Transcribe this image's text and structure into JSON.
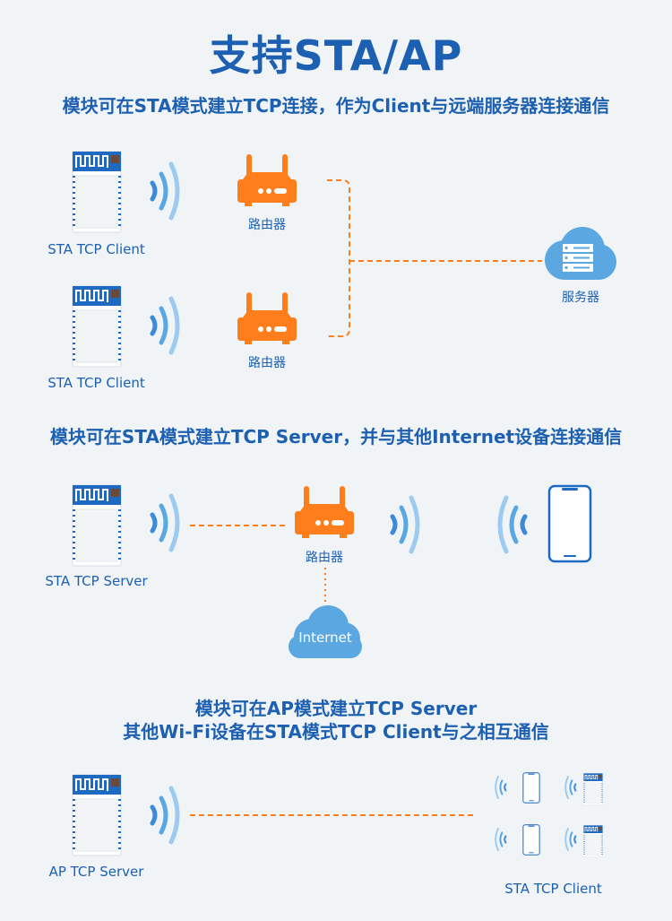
{
  "title": "支持STA/AP",
  "section1": {
    "heading": "模块可在STA模式建立TCP连接，作为Client与远端服务器连接通信",
    "module1_label": "STA TCP Client",
    "module2_label": "STA TCP Client",
    "router1_label": "路由器",
    "router2_label": "路由器",
    "server_label": "服务器"
  },
  "section2": {
    "heading": "模块可在STA模式建立TCP Server，并与其他Internet设备连接通信",
    "module_label": "STA TCP Server",
    "router_label": "路由器",
    "cloud_label": "Internet"
  },
  "section3": {
    "heading_line1": "模块可在AP模式建立TCP Server",
    "heading_line2": "其他Wi-Fi设备在STA模式TCP Client与之相互通信",
    "module_label": "AP TCP Server",
    "clients_label": "STA TCP Client"
  },
  "colors": {
    "primary_blue": "#1d5fb0",
    "accent_orange": "#ff7e1c",
    "wave_blue": "#5aa7e2",
    "background": "#f0f4f7"
  }
}
